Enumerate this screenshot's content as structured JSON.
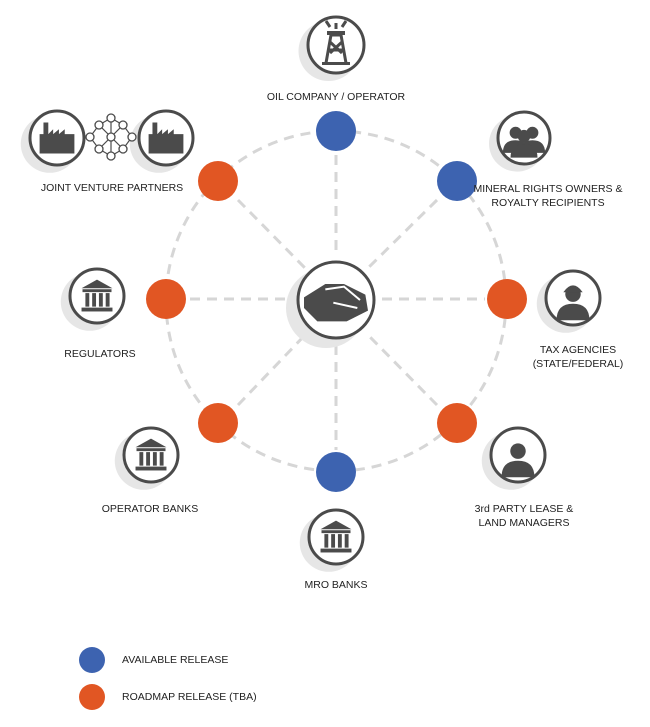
{
  "colors": {
    "available": "#3d63b0",
    "roadmap": "#e15623",
    "icon": "#4b4b4b",
    "shadow": "#e6e6e6",
    "ring": "#d6d6d6"
  },
  "labels": {
    "oil": "OIL COMPANY / OPERATOR",
    "mineral_1": "MINERAL RIGHTS OWNERS &",
    "mineral_2": "ROYALTY RECIPIENTS",
    "tax_1": "TAX AGENCIES",
    "tax_2": "(STATE/FEDERAL)",
    "land_1": "3rd PARTY LEASE &",
    "land_2": "LAND MANAGERS",
    "mro": "MRO BANKS",
    "opbanks": "OPERATOR BANKS",
    "regulators": "REGULATORS",
    "jv": "JOINT VENTURE PARTNERS"
  },
  "legend": [
    {
      "label": "AVAILABLE RELEASE",
      "status": "available"
    },
    {
      "label": "ROADMAP RELEASE (TBA)",
      "status": "roadmap"
    }
  ],
  "nodes": [
    {
      "stakeholder": "oil",
      "status": "available"
    },
    {
      "stakeholder": "mineral",
      "status": "available"
    },
    {
      "stakeholder": "tax",
      "status": "roadmap"
    },
    {
      "stakeholder": "land",
      "status": "roadmap"
    },
    {
      "stakeholder": "mro",
      "status": "available"
    },
    {
      "stakeholder": "opbanks",
      "status": "roadmap"
    },
    {
      "stakeholder": "regulators",
      "status": "roadmap"
    },
    {
      "stakeholder": "jv",
      "status": "roadmap"
    }
  ]
}
